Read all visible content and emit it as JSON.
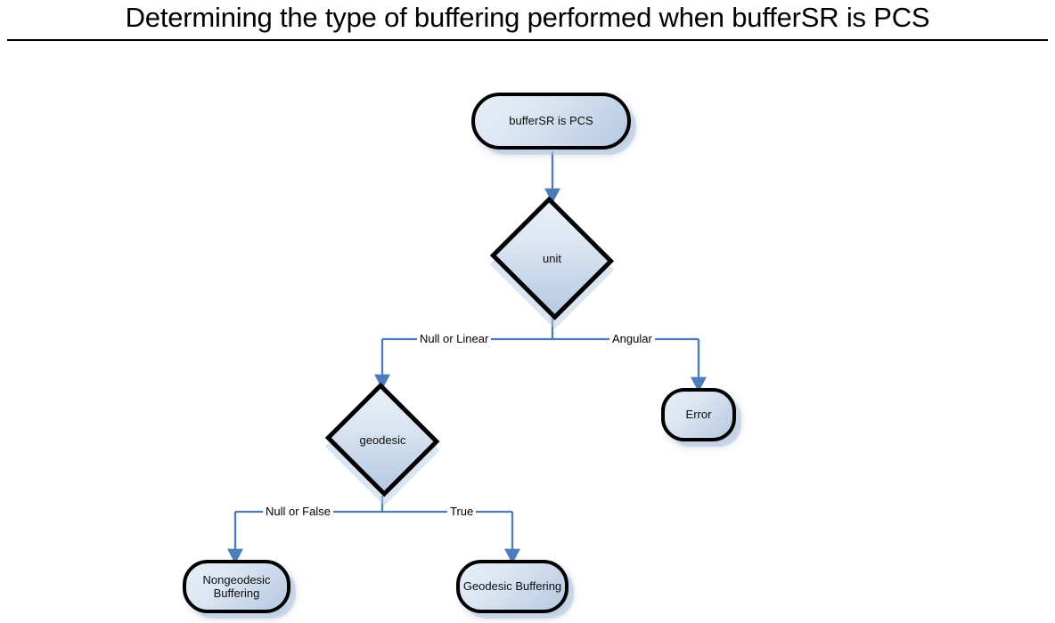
{
  "title": {
    "text": "Determining the type of buffering performed when bufferSR is PCS"
  },
  "theme": {
    "node_border_color": "#000000",
    "node_fill_light": "#e8eef7",
    "node_fill_dark": "#b6c9e2",
    "connector_color": "#4a7ebb",
    "text_color": "#0d0d0d",
    "background": "#ffffff"
  },
  "flowchart": {
    "type": "decision-tree",
    "nodes": [
      {
        "id": "buffersr-pcs",
        "shape": "terminator",
        "label": "bufferSR is PCS"
      },
      {
        "id": "unit",
        "shape": "decision",
        "label": "unit"
      },
      {
        "id": "error",
        "shape": "terminator",
        "label": "Error"
      },
      {
        "id": "geodesic",
        "shape": "decision",
        "label": "geodesic"
      },
      {
        "id": "nongeodesic-buffering",
        "shape": "terminator",
        "label": "Nongeodesic\nBuffering"
      },
      {
        "id": "geodesic-buffering",
        "shape": "terminator",
        "label": "Geodesic Buffering"
      }
    ],
    "edges": [
      {
        "from": "buffersr-pcs",
        "to": "unit",
        "label": ""
      },
      {
        "from": "unit",
        "to": "geodesic",
        "label": "Null or Linear"
      },
      {
        "from": "unit",
        "to": "error",
        "label": "Angular"
      },
      {
        "from": "geodesic",
        "to": "nongeodesic-buffering",
        "label": "Null or False"
      },
      {
        "from": "geodesic",
        "to": "geodesic-buffering",
        "label": "True"
      }
    ]
  }
}
